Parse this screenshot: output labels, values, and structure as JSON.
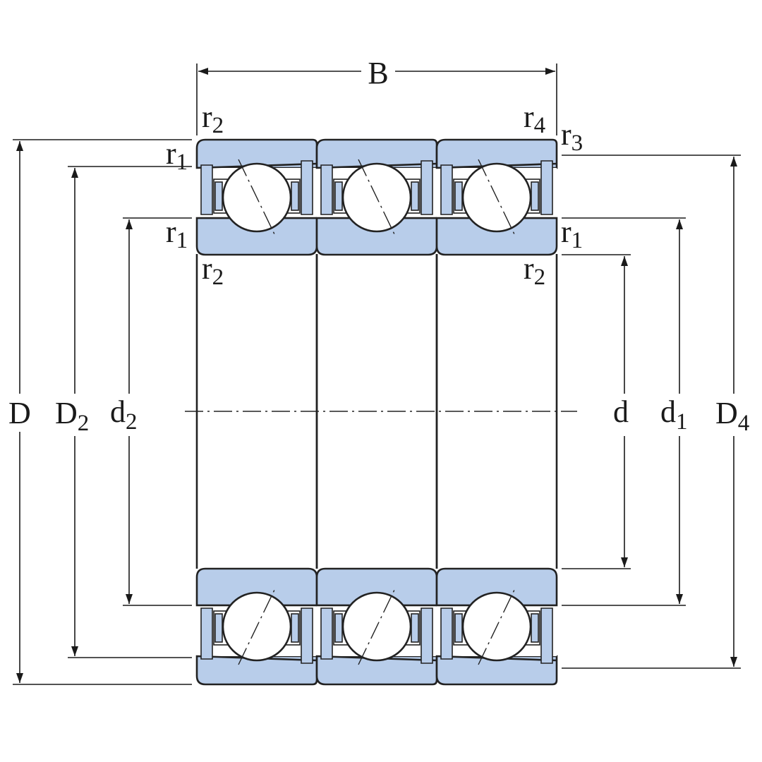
{
  "colors": {
    "ring_fill": "#b8cdea",
    "outline": "#222222",
    "background": "#ffffff"
  },
  "labels": {
    "B": {
      "main": "B",
      "sub": ""
    },
    "D": {
      "main": "D",
      "sub": ""
    },
    "D2": {
      "main": "D",
      "sub": "2"
    },
    "d2": {
      "main": "d",
      "sub": "2"
    },
    "d": {
      "main": "d",
      "sub": ""
    },
    "d1": {
      "main": "d",
      "sub": "1"
    },
    "D4": {
      "main": "D",
      "sub": "4"
    },
    "r2_top_left": {
      "main": "r",
      "sub": "2"
    },
    "r1_top_left": {
      "main": "r",
      "sub": "1"
    },
    "r1_mid_left": {
      "main": "r",
      "sub": "1"
    },
    "r2_mid_left": {
      "main": "r",
      "sub": "2"
    },
    "r4_top_right": {
      "main": "r",
      "sub": "4"
    },
    "r3_top_right": {
      "main": "r",
      "sub": "3"
    },
    "r1_mid_right": {
      "main": "r",
      "sub": "1"
    },
    "r2_mid_right": {
      "main": "r",
      "sub": "2"
    }
  },
  "bearing_count": 3
}
